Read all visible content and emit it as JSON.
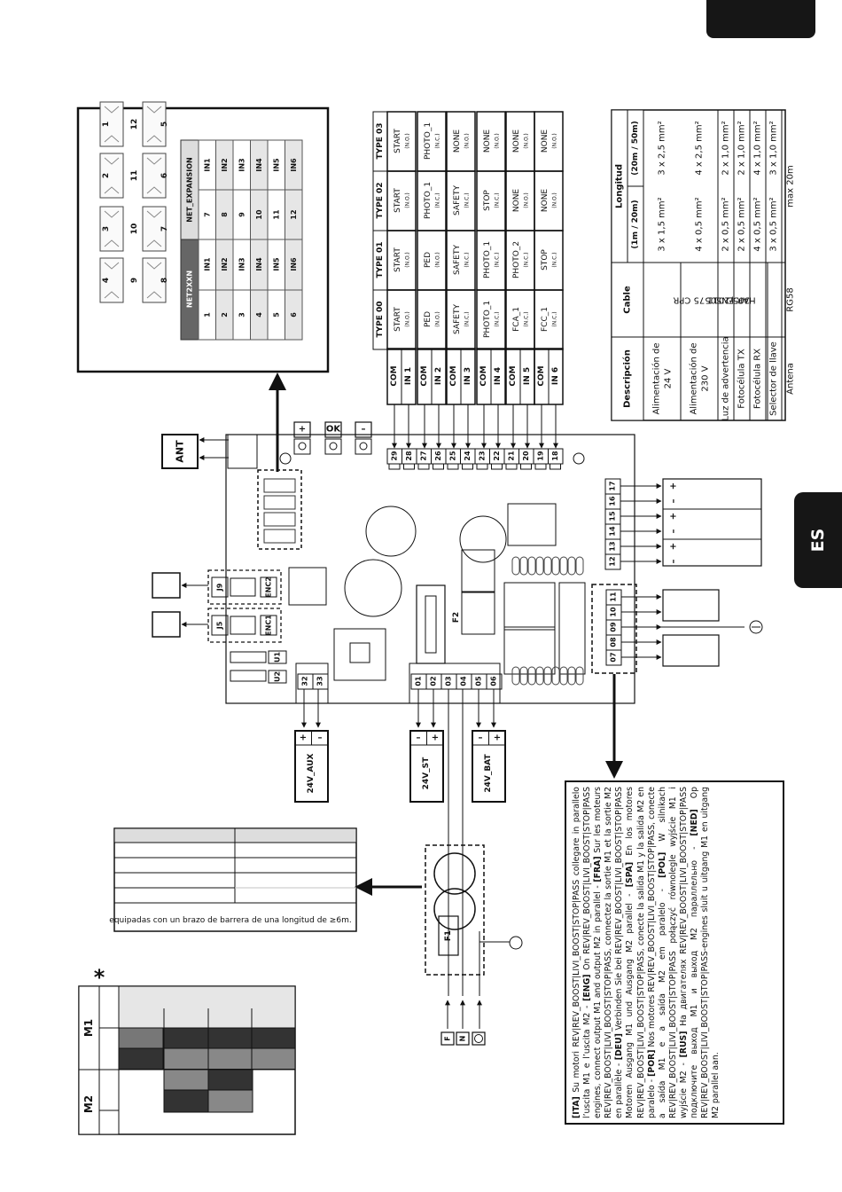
{
  "lang_tab": "ES",
  "net_table": {
    "left_header": "NET2XXN",
    "right_header": "NET_EXPANSION",
    "left_rows": [
      [
        "1",
        "IN1"
      ],
      [
        "2",
        "IN2"
      ],
      [
        "3",
        "IN3"
      ],
      [
        "4",
        "IN4"
      ],
      [
        "5",
        "IN5"
      ],
      [
        "6",
        "IN6"
      ]
    ],
    "right_rows": [
      [
        "IN1",
        "7"
      ],
      [
        "IN2",
        "8"
      ],
      [
        "IN3",
        "9"
      ],
      [
        "IN4",
        "10"
      ],
      [
        "IN5",
        "11"
      ],
      [
        "IN6",
        "12"
      ]
    ]
  },
  "connectors": [
    "1",
    "12",
    "2",
    "11",
    "3",
    "10",
    "4",
    "9",
    "5",
    "6",
    "7",
    "8"
  ],
  "types": {
    "headers": [
      "TYPE 00",
      "TYPE 01",
      "TYPE 02",
      "TYPE 03"
    ],
    "inputs": [
      "IN 1",
      "IN 2",
      "IN 3",
      "IN 4",
      "IN 5",
      "IN 6"
    ],
    "com": "COM",
    "cells": [
      [
        [
          "START",
          "(N.O.)"
        ],
        [
          "PED",
          "(N.O.)"
        ],
        [
          "SAFETY",
          "(N.C.)"
        ],
        [
          "PHOTO_1",
          "(N.C.)"
        ],
        [
          "FCA_1",
          "(N.C.)"
        ],
        [
          "FCC_1",
          "(N.C.)"
        ]
      ],
      [
        [
          "START",
          "(N.O.)"
        ],
        [
          "PED",
          "(N.O.)"
        ],
        [
          "SAFETY",
          "(N.C.)"
        ],
        [
          "PHOTO_1",
          "(N.C.)"
        ],
        [
          "PHOTO_2",
          "(N.C.)"
        ],
        [
          "STOP",
          "(N.C.)"
        ]
      ],
      [
        [
          "START",
          "(N.O.)"
        ],
        [
          "PHOTO_1",
          "(N.C.)"
        ],
        [
          "SAFETY",
          "(N.C.)"
        ],
        [
          "STOP",
          "(N.C.)"
        ],
        [
          "NONE",
          "(N.O.)"
        ],
        [
          "NONE",
          "(N.O.)"
        ]
      ],
      [
        [
          "START",
          "(N.O.)"
        ],
        [
          "PHOTO_1",
          "(N.C.)"
        ],
        [
          "NONE",
          "(N.O.)"
        ],
        [
          "NONE",
          "(N.O.)"
        ],
        [
          "NONE",
          "(N.O.)"
        ],
        [
          "NONE",
          "(N.O.)"
        ]
      ]
    ]
  },
  "cable_table": {
    "h_desc": "Descripción",
    "h_cable": "Cable",
    "h_long": "Longitud",
    "h_l1": "(1m / 20m)",
    "h_l2": "(20m / 50m)",
    "cable_type": "HAR EN50575 CPR 305/2011",
    "rows": [
      {
        "desc": [
          "Alimentación de",
          "24 V"
        ],
        "l1": "3 x 1,5 mm²",
        "l2": "3 x 2,5 mm²"
      },
      {
        "desc": [
          "Alimentación de",
          "230 V"
        ],
        "l1": "4 x 0,5 mm²",
        "l2": "4 x 2,5 mm²"
      },
      {
        "desc": [
          "Luz de advertencia"
        ],
        "l1": "2 x 0,5 mm²",
        "l2": "2 x 1,0 mm²"
      },
      {
        "desc": [
          "Fotocélula TX"
        ],
        "l1": "2 x 0,5 mm²",
        "l2": "2 x 1,0 mm²"
      },
      {
        "desc": [
          "Fotocélula RX"
        ],
        "l1": "4 x 0,5 mm²",
        "l2": "4 x 1,0 mm²"
      },
      {
        "desc": [
          "Selector de llave"
        ],
        "l1": "3 x 0,5 mm²",
        "l2": "3 x 1,0 mm²"
      },
      {
        "desc": [
          "Antena"
        ],
        "cable": "RG58",
        "l_merged": "max 20m"
      }
    ]
  },
  "board": {
    "ant": "ANT",
    "buttons": [
      "+",
      "OK",
      "–"
    ],
    "terminals_top": [
      "29",
      "28",
      "27",
      "26",
      "25",
      "24",
      "23",
      "22",
      "21",
      "20",
      "19",
      "18"
    ],
    "terminals_right": [
      "17",
      "16",
      "15",
      "14",
      "13",
      "12"
    ],
    "terminals_motor": [
      "11",
      "10",
      "09",
      "08",
      "07"
    ],
    "terminals_bottom": [
      "01",
      "02",
      "03",
      "04",
      "05",
      "06"
    ],
    "terminals_aux": [
      "32",
      "33"
    ],
    "j9": "J9",
    "j5": "J5",
    "enc2": "ENC2",
    "enc1": "ENC1",
    "u1": "U1",
    "u2": "U2",
    "f2": "F2",
    "f1": "F1",
    "aux_label": "24V_AUX",
    "st_label": "24V_ST",
    "bat_label": "24V_BAT",
    "plus": "+",
    "minus": "–",
    "mains": [
      "F",
      "N"
    ],
    "right_signs": [
      "+",
      "–",
      "+",
      "–",
      "+",
      "–"
    ]
  },
  "small_table": {
    "footnote": "equipadas con un brazo de barrera de una longitud de ≥6m."
  },
  "motor_table": {
    "m1": "M1",
    "m2": "M2",
    "star": "*"
  },
  "note_text": {
    "segments": [
      {
        "b": "[ITA]"
      },
      {
        "t": " Su motori REV|REV_BOOST|LIVI_BOOST|STOP|PASS collegare in parallelo l’uscita M1 e l’uscita M2 - "
      },
      {
        "b": "[ENG]"
      },
      {
        "t": " On REV|REV_BOOST|LIVI_BOOST|STOP|PASS engines, connect output M1 and output M2 in parallel - "
      },
      {
        "b": "[FRA]"
      },
      {
        "t": " Sur les moteurs REV|REV_BOOST|LIVI_BOOST|STOP|PASS, connectez la sortie M1 et la sortie M2 en parallèle - "
      },
      {
        "b": "[DEU]"
      },
      {
        "t": " Verbinden Sie bei REV|REV_BOOST|LIVI_BOOST|STOP|PASS Motoren Ausgang M1 und Ausgang M2 parallel - "
      },
      {
        "b": "[SPA]"
      },
      {
        "t": " En los motores REV|REV_BOOST|LIVI_BOOST|STOP|PASS, conecte la salida M1 y la salida M2 en paralelo - "
      },
      {
        "b": "[POR]"
      },
      {
        "t": " Nos motores REV|REV_BOOST|LIVI_BOOST|STOP|PASS, conecte a saída M1 e a saída M2 em paralelo - "
      },
      {
        "b": "[POL]"
      },
      {
        "t": " W silnikach REV|REV_BOOST|LIVI_BOOST|STOP|PASS połączyć równolegle wyjście M1 i wyjście M2 - "
      },
      {
        "b": "[RUS]"
      },
      {
        "t": " На двигателях REV|REV_BOOST|LIVI_BOOST|STOP|PASS подключите выход M1 и выход M2 параллельно - "
      },
      {
        "b": "[NED]"
      },
      {
        "t": " Op REV|REV_BOOST|LIVI_BOOST|STOP|PASS-engines sluit u uitgang M1 en uitgang M2 parallel aan."
      }
    ]
  }
}
